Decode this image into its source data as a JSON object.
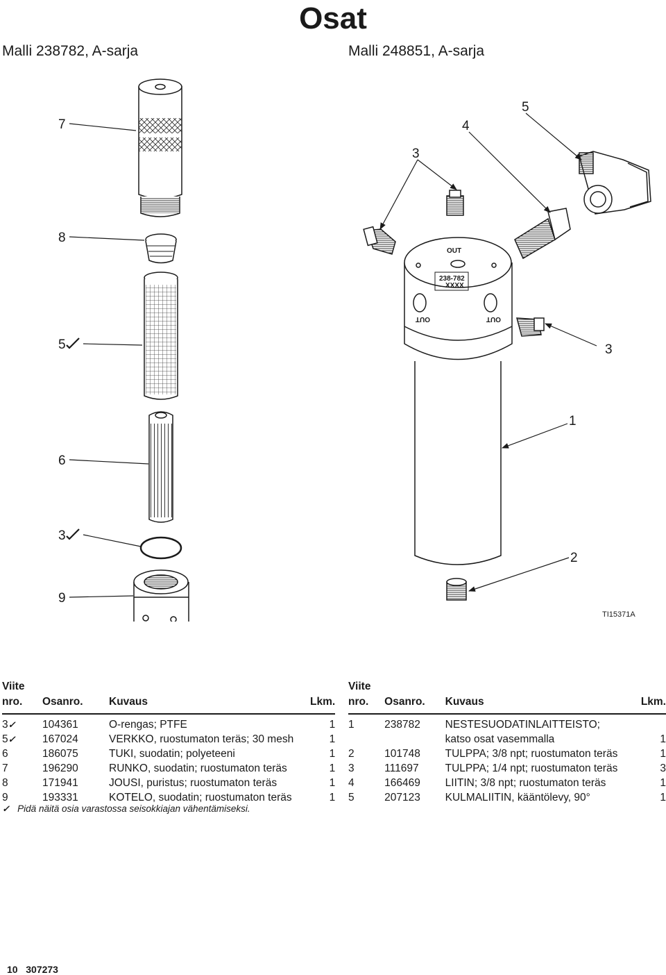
{
  "page": {
    "title": "Osat",
    "model_left": "Malli 238782, A-sarja",
    "model_right": "Malli 248851, A-sarja",
    "figure_code": "TI15371A",
    "check_mark": "✓",
    "footnote": "Pidä näitä osia varastossa seisokkiajan vähentämiseksi.",
    "footer_page": "10",
    "footer_doc": "307273"
  },
  "callouts": {
    "left": {
      "n7": "7",
      "n8": "8",
      "n5": "5",
      "n6": "6",
      "n3": "3",
      "n9": "9"
    },
    "right": {
      "n5": "5",
      "n4": "4",
      "n3a": "3",
      "n3b": "3",
      "n1": "1",
      "n2": "2"
    }
  },
  "illustration_text": {
    "port_top": "OUT",
    "model_plate": "238-782",
    "serial_plate": "XXXX",
    "port_left": "OUT",
    "port_right": "OUT"
  },
  "table_headers": {
    "ref_line1": "Viite",
    "ref_line2": "nro.",
    "part": "Osanro.",
    "desc": "Kuvaus",
    "qty": "Lkm."
  },
  "left_table": [
    {
      "ref": "3",
      "part": "104361",
      "desc": "O-rengas; PTFE",
      "qty": "1"
    },
    {
      "ref": "5",
      "part": "167024",
      "desc": "VERKKO, ruostumaton teräs; 30 mesh",
      "qty": "1"
    },
    {
      "ref": "6",
      "part": "186075",
      "desc": "TUKI, suodatin; polyeteeni",
      "qty": "1"
    },
    {
      "ref": "7",
      "part": "196290",
      "desc": "RUNKO, suodatin; ruostumaton teräs",
      "qty": "1"
    },
    {
      "ref": "8",
      "part": "171941",
      "desc": "JOUSI, puristus; ruostumaton teräs",
      "qty": "1"
    },
    {
      "ref": "9",
      "part": "193331",
      "desc": "KOTELO, suodatin; ruostumaton teräs",
      "qty": "1"
    }
  ],
  "right_table": [
    {
      "ref": "1",
      "part": "238782",
      "desc": "NESTESUODATINLAITTEISTO;",
      "qty": ""
    },
    {
      "ref": "",
      "part": "",
      "desc": "katso osat vasemmalla",
      "qty": "1"
    },
    {
      "ref": "2",
      "part": "101748",
      "desc": "TULPPA; 3/8 npt; ruostumaton teräs",
      "qty": "1"
    },
    {
      "ref": "3",
      "part": "111697",
      "desc": "TULPPA; 1/4 npt; ruostumaton teräs",
      "qty": "3"
    },
    {
      "ref": "4",
      "part": "166469",
      "desc": "LIITIN; 3/8 npt; ruostumaton teräs",
      "qty": "1"
    },
    {
      "ref": "5",
      "part": "207123",
      "desc": "KULMALIITIN, kääntölevy, 90°",
      "qty": "1"
    }
  ]
}
